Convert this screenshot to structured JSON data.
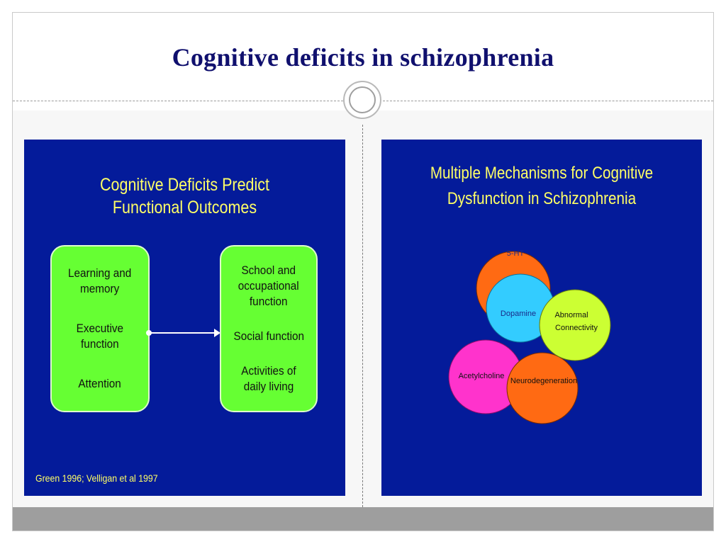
{
  "slide": {
    "title": "Cognitive deficits in schizophrenia"
  },
  "left_panel": {
    "title_line1": "Cognitive Deficits Predict",
    "title_line2": "Functional Outcomes",
    "left_box": [
      "Learning and",
      "memory",
      "Executive",
      "function",
      "Attention"
    ],
    "right_box": [
      "School and",
      "occupational",
      "function",
      "Social function",
      "Activities of",
      "daily living"
    ],
    "citation": "Green 1996; Velligan et al 1997"
  },
  "right_panel": {
    "title_line1": "Multiple Mechanisms for Cognitive",
    "title_line2": "Dysfunction in Schizophrenia",
    "circles": {
      "five_ht": "5-HT",
      "dopamine": "Dopamine",
      "abnormal": "Abnormal",
      "connectivity": "Connectivity",
      "acetylcholine": "Acetylcholine",
      "neurodegeneration": "Neurodegeneration"
    }
  },
  "colors": {
    "title": "#10106e",
    "panel_bg": "#041b9a",
    "panel_title": "#ffff66",
    "box_green": "#66ff33",
    "orange": "#ff6a13",
    "cyan": "#33ccff",
    "lime": "#ccff33",
    "magenta": "#ff33cc"
  }
}
